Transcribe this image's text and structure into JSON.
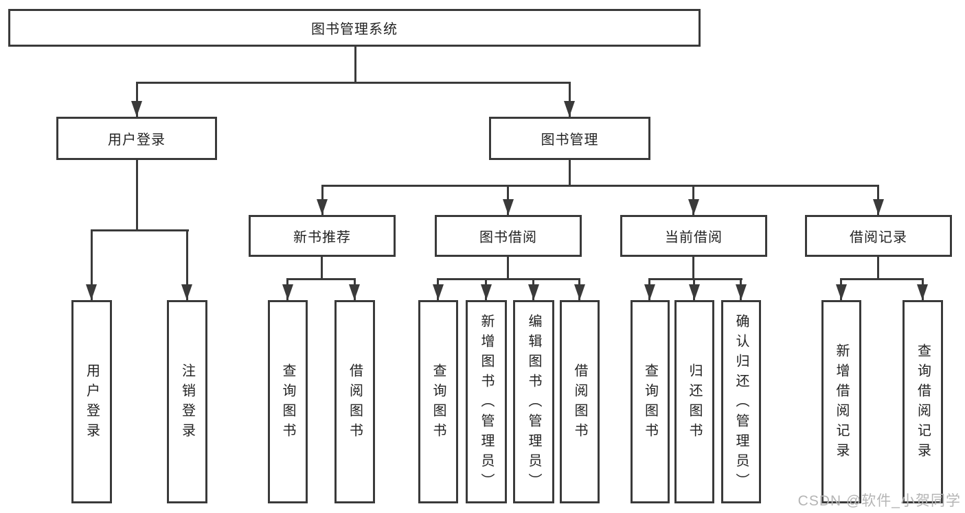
{
  "root": {
    "label": "图书管理系统"
  },
  "user_login": {
    "label": "用户登录",
    "children": [
      {
        "label": "用户登录"
      },
      {
        "label": "注销登录"
      }
    ]
  },
  "book_mgmt": {
    "label": "图书管理",
    "sections": [
      {
        "label": "新书推荐",
        "children": [
          {
            "label": "查询图书"
          },
          {
            "label": "借阅图书"
          }
        ]
      },
      {
        "label": "图书借阅",
        "children": [
          {
            "label": "查询图书"
          },
          {
            "label": "新增图书（管理员）"
          },
          {
            "label": "编辑图书（管理员）"
          },
          {
            "label": "借阅图书"
          }
        ]
      },
      {
        "label": "当前借阅",
        "children": [
          {
            "label": "查询图书"
          },
          {
            "label": "归还图书"
          },
          {
            "label": "确认归还（管理员）"
          }
        ]
      },
      {
        "label": "借阅记录",
        "children": [
          {
            "label": "新增借阅记录"
          },
          {
            "label": "查询借阅记录"
          }
        ]
      }
    ]
  },
  "watermark": {
    "text": "CSDN @软件_小贺同学"
  },
  "colors": {
    "line": "#3a3a3a",
    "text": "#232323",
    "background": "#ffffff",
    "watermark": "#b5b5b5"
  }
}
